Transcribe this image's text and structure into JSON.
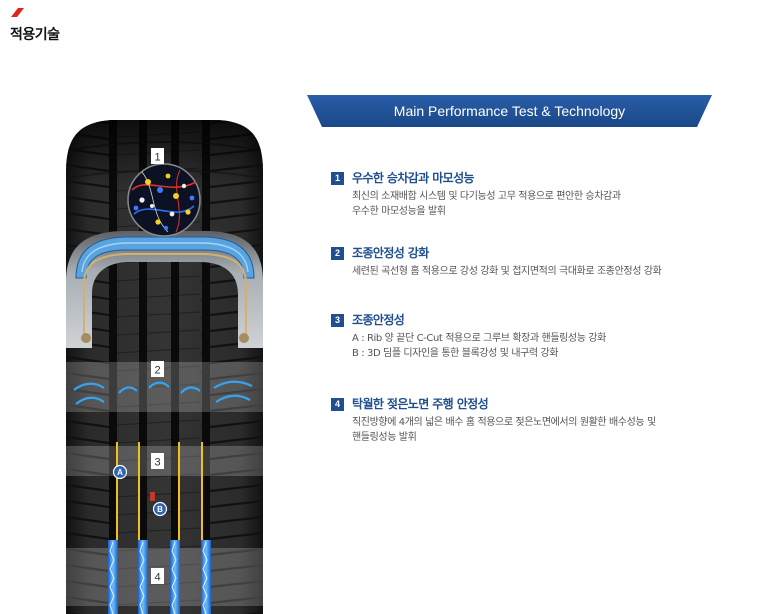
{
  "page": {
    "section_title": "적용기술"
  },
  "banner": {
    "title": "Main Performance Test & Technology"
  },
  "features": [
    {
      "number": "1",
      "title": "우수한 승차감과 마모성능",
      "lines": [
        "최신의 소재배합 시스템 및 다기능성 고무 적용으로 편안한 승차감과",
        "우수한 마모성능을 발휘"
      ]
    },
    {
      "number": "2",
      "title": "조종안정성 강화",
      "lines": [
        "세련된 곡선형 홈 적용으로 강성 강화 및 접지면적의 극대화로 조종안정성 강화"
      ]
    },
    {
      "number": "3",
      "title": "조종안정성",
      "lines": [
        "A : Rib 양 끝단 C-Cut 적용으로 그루브 확장과 핸들링성능 강화",
        "B : 3D 딤플 디자인을 통한 블록강성 및 내구력 강화"
      ]
    },
    {
      "number": "4",
      "title": "탁월한 젖은노면 주행 안정성",
      "lines": [
        "직진방향에 4개의 넓은 배수 홈 적용으로 젖은노면에서의 원활한 배수성능 및",
        "핸들링성능 발휘"
      ]
    }
  ],
  "tire_labels": {
    "zone1": "1",
    "zone2": "2",
    "zone3": "3",
    "zone4": "4",
    "point_a": "A",
    "point_b": "B"
  },
  "icons": {
    "brand_mark": "red-slash-icon",
    "illustration": "tire-cutaway-illustration"
  },
  "colors": {
    "accent_blue": "#1f4f8e",
    "brand_red": "#e2231a",
    "groove_yellow": "#f0c020",
    "water_blue": "#2e8fe6",
    "highlight_blue": "#35a4f0"
  }
}
